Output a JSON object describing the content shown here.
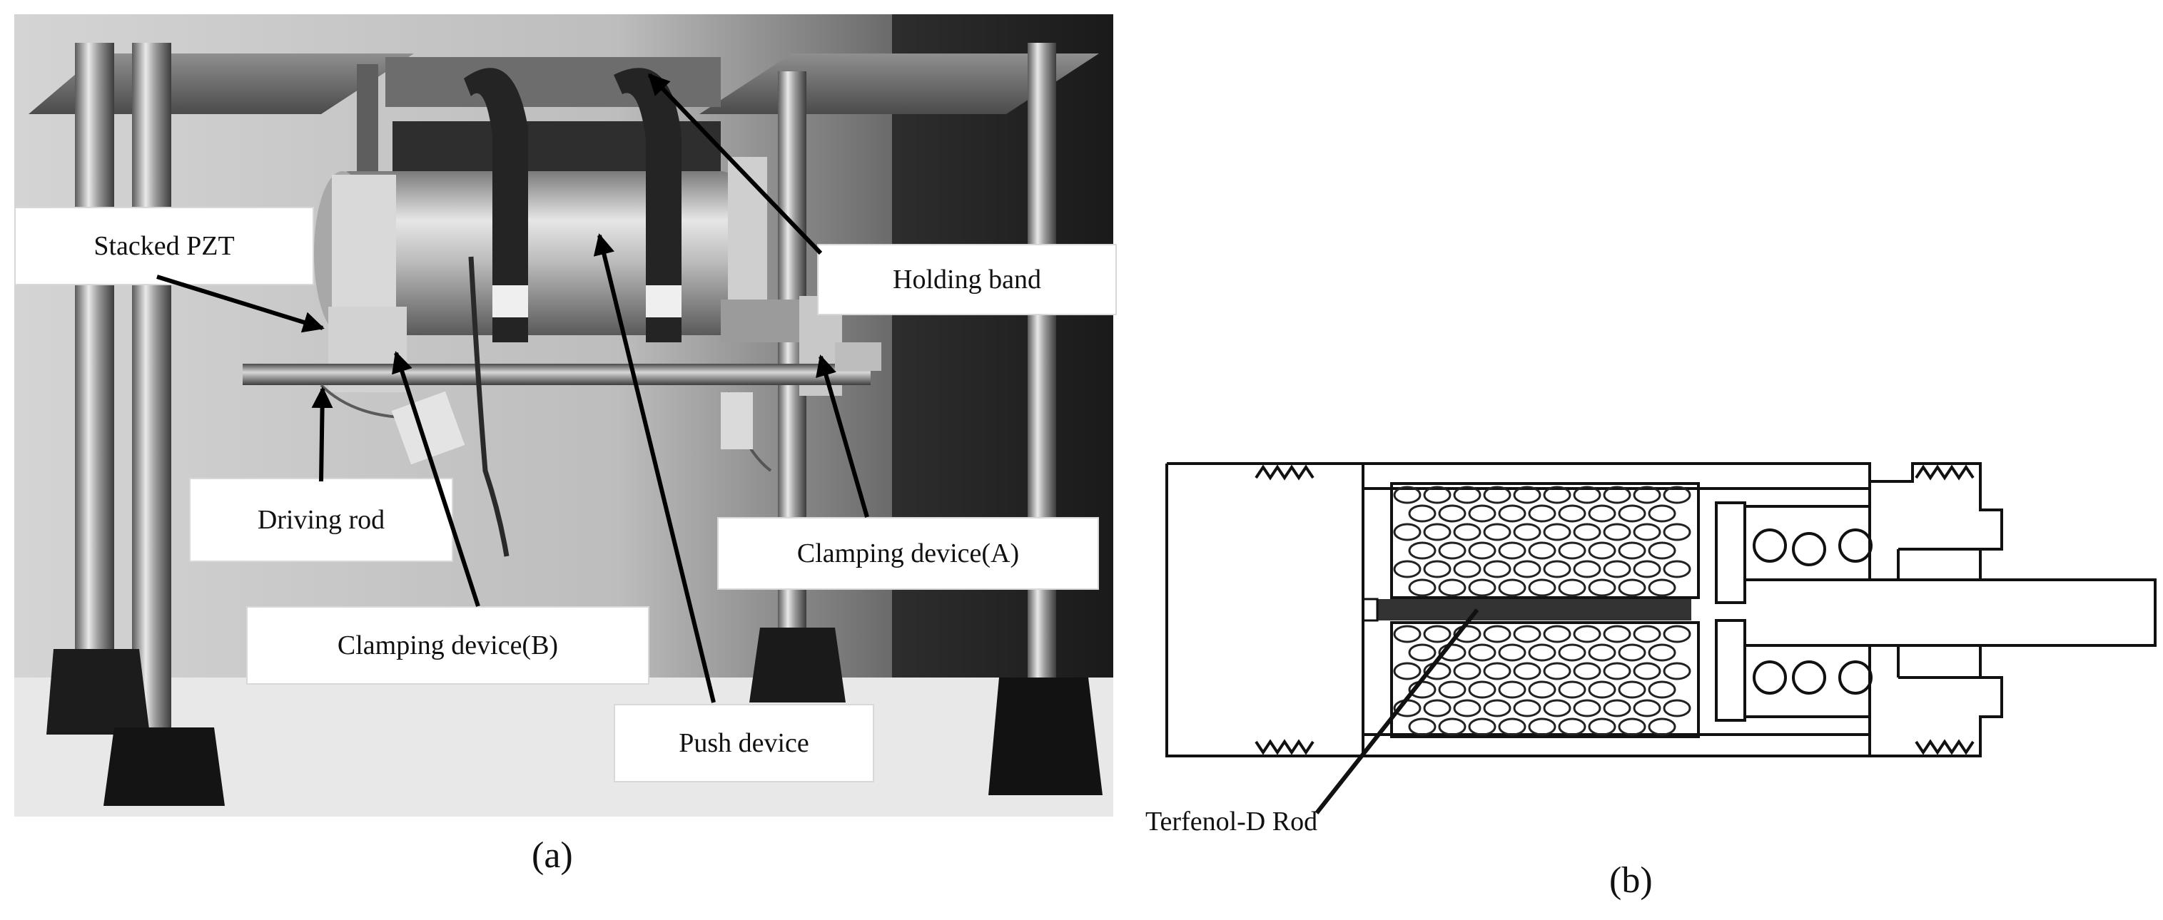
{
  "panel_a": {
    "caption": "(a)",
    "labels": {
      "stacked_pzt": "Stacked PZT",
      "holding_band": "Holding band",
      "driving_rod": "Driving rod",
      "clamping_device_a": "Clamping device(A)",
      "clamping_device_b": "Clamping device(B)",
      "push_device": "Push device"
    }
  },
  "panel_b": {
    "caption": "(b)",
    "labels": {
      "terfenol_rod": "Terfenol-D Rod"
    }
  }
}
